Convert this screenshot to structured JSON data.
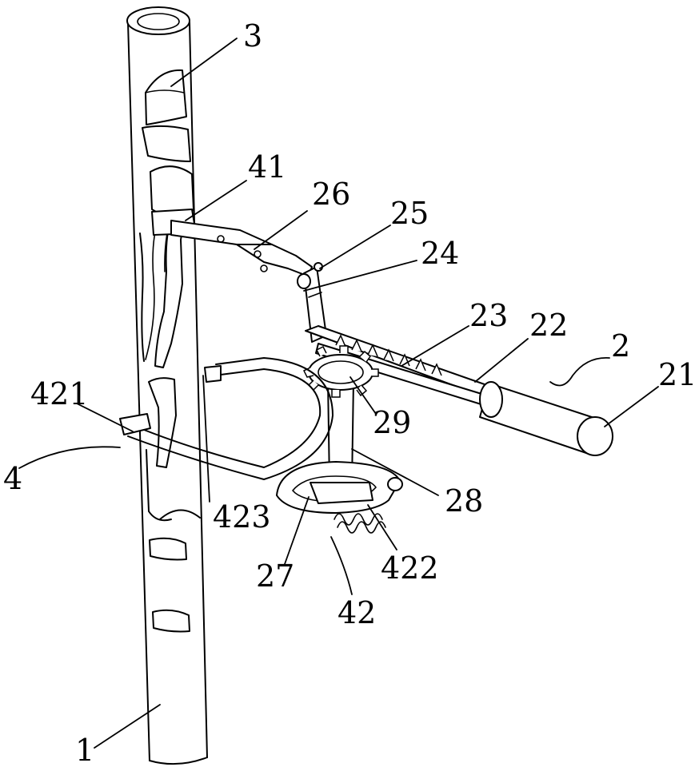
{
  "figure": {
    "labels": [
      {
        "id": "part-3",
        "text": "3"
      },
      {
        "id": "part-41",
        "text": "41"
      },
      {
        "id": "part-26",
        "text": "26"
      },
      {
        "id": "part-25",
        "text": "25"
      },
      {
        "id": "part-24",
        "text": "24"
      },
      {
        "id": "part-23",
        "text": "23"
      },
      {
        "id": "part-22",
        "text": "22"
      },
      {
        "id": "part-2",
        "text": "2"
      },
      {
        "id": "part-21",
        "text": "21"
      },
      {
        "id": "part-421",
        "text": "421"
      },
      {
        "id": "part-29",
        "text": "29"
      },
      {
        "id": "part-4",
        "text": "4"
      },
      {
        "id": "part-28",
        "text": "28"
      },
      {
        "id": "part-423",
        "text": "423"
      },
      {
        "id": "part-27",
        "text": "27"
      },
      {
        "id": "part-422",
        "text": "422"
      },
      {
        "id": "part-42",
        "text": "42"
      },
      {
        "id": "part-1",
        "text": "1"
      }
    ]
  }
}
